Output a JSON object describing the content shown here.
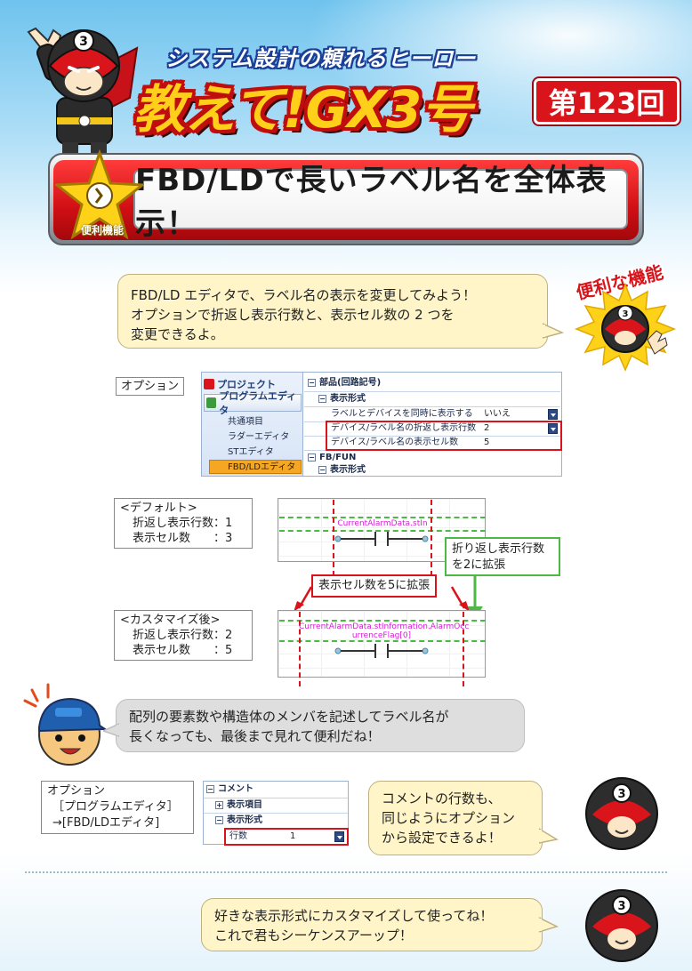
{
  "header": {
    "series_title": "システム設計の頼れるヒーロー",
    "main_title": "教えて!GX3号",
    "episode": "第123回",
    "hero_number": "3"
  },
  "banner": {
    "badge_label": "便利機能",
    "title": "FBD/LDで長いラベル名を全体表示！",
    "side_caption": "便利な機能"
  },
  "intro_bubble": {
    "lines": [
      "FBD/LD エディタで、ラベル名の表示を変更してみよう！",
      "オプションで折返し表示行数と、表示セル数の 2 つを",
      "変更できるよ。"
    ]
  },
  "option_label": "オプション",
  "option_window": {
    "nav": {
      "project": "プロジェクト",
      "program_editor": "プログラムエディタ",
      "sub_items": [
        "共通項目",
        "ラダーエディタ",
        "STエディタ",
        "FBD/LDエディタ"
      ]
    },
    "tree": {
      "section1": "部品(回路記号)",
      "group1": "表示形式",
      "rows": [
        {
          "label": "ラベルとデバイスを同時に表示する",
          "value": "いいえ"
        },
        {
          "label": "デバイス/ラベル名の折返し表示行数",
          "value": "2"
        },
        {
          "label": "デバイス/ラベル名の表示セル数",
          "value": "5"
        }
      ],
      "section2": "FB/FUN",
      "group2": "表示形式"
    }
  },
  "default_block": {
    "title": "<デフォルト>",
    "lines": [
      "折返し表示行数：1",
      "表示セル数　　：3"
    ],
    "label_text": "CurrentAlarmData.stIn"
  },
  "custom_block": {
    "title": "<カスタマイズ後>",
    "lines": [
      "折返し表示行数：2",
      "表示セル数　　：5"
    ],
    "label_line1": "CurrentAlarmData.stInformation.AlarmOcc",
    "label_line2": "urrenceFlag[0]"
  },
  "callouts": {
    "cells": "表示セル数を5に拡張",
    "wrap_line1": "折り返し表示行数",
    "wrap_line2": "を2に拡張"
  },
  "boy_bubble": {
    "lines": [
      "配列の要素数や構造体のメンバを記述してラベル名が",
      "長くなっても、最後まで見れて便利だね！"
    ]
  },
  "option_path": {
    "lines": [
      "オプション",
      "［プログラムエディタ］",
      "→[FBD/LDエディタ]"
    ]
  },
  "comment_window": {
    "section": "コメント",
    "items": [
      "表示項目",
      "表示形式"
    ],
    "row_label": "行数",
    "row_value": "1"
  },
  "comment_bubble": {
    "lines": [
      "コメントの行数も、",
      "同じようにオプション",
      "から設定できるよ！"
    ]
  },
  "closing_bubble": {
    "lines": [
      "好きな表示形式にカスタマイズして使ってね！",
      "これで君もシーケンスアーップ！"
    ]
  },
  "colors": {
    "brand_red": "#d9141b",
    "title_yellow": "#ffcf1a",
    "highlight_orange": "#f5a623",
    "annotation_green": "#4cb944"
  }
}
